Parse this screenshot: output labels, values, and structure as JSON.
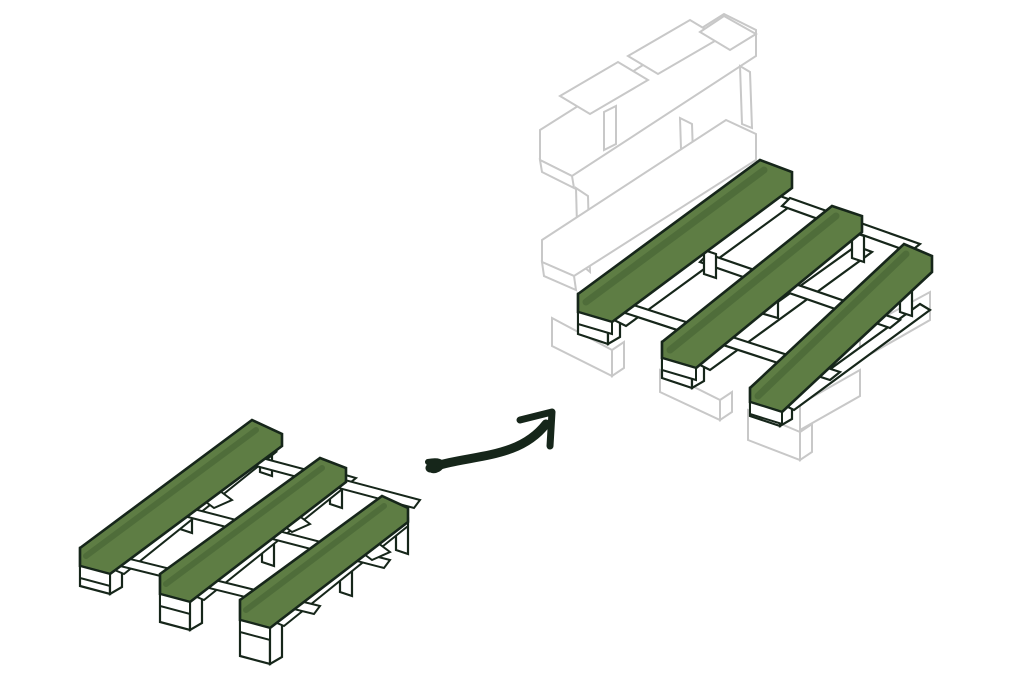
{
  "colors": {
    "background": "#ffffff",
    "ink": "#16261a",
    "highlight": "#5e7d44",
    "highlight_dark": "#3f5a2e",
    "faded": "#c8c8c8"
  },
  "scene": {
    "source": {
      "name": "single-pallet",
      "highlighted_boards": 3
    },
    "arrow": {
      "name": "transform-arrow",
      "icon": "curved-arrow-icon"
    },
    "result": {
      "name": "pallet-sofa",
      "highlighted_boards": 3,
      "context": "faded-backrest-and-base-pallets"
    }
  }
}
